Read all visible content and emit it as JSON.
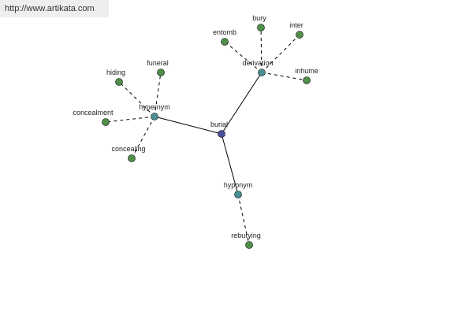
{
  "site": {
    "url": "http://www.artikata.com"
  },
  "colors": {
    "root": "#4a4f9e",
    "relation": "#4a8f92",
    "leaf": "#4f8f4a"
  },
  "graph": {
    "root": "burial",
    "relations": [
      {
        "id": "hypernym",
        "label": "hypernym",
        "children": [
          "hiding",
          "funeral",
          "concealment",
          "concealing"
        ]
      },
      {
        "id": "derivation",
        "label": "derivation",
        "children": [
          "entomb",
          "bury",
          "inter",
          "inhume"
        ]
      },
      {
        "id": "hyponym",
        "label": "hyponym",
        "children": [
          "reburying"
        ]
      }
    ]
  }
}
